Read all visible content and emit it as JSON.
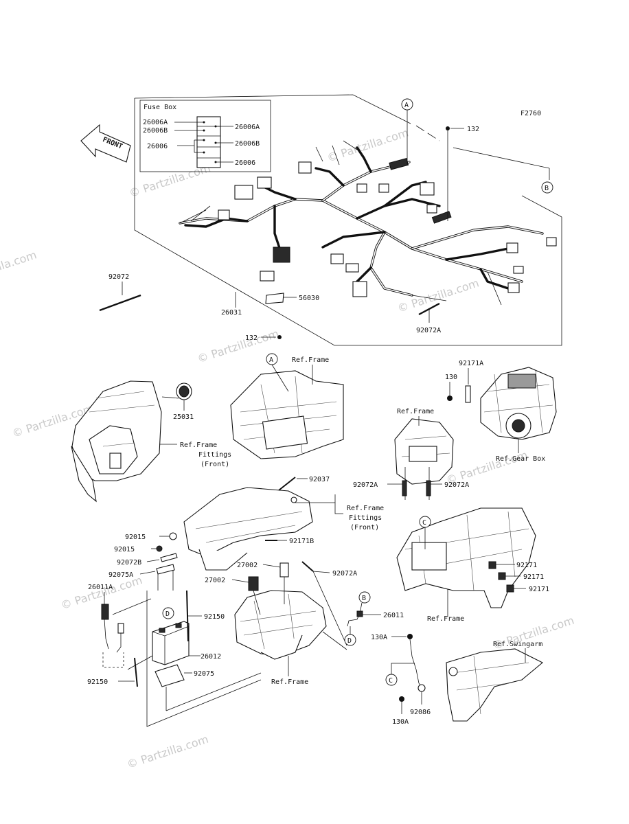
{
  "figure_code": "F2760",
  "arrow_label": "FRONT",
  "fuse_box": {
    "title": "Fuse Box",
    "left_labels": [
      "26006A",
      "26006B",
      "26006"
    ],
    "right_labels": [
      "26006A",
      "26006B",
      "26006"
    ]
  },
  "callouts": {
    "A": "A",
    "B": "B",
    "C": "C",
    "D": "D"
  },
  "parts": {
    "p132_top": "132",
    "p132_mid": "132",
    "p92072": "92072",
    "p26031": "26031",
    "p56030": "56030",
    "p92072A_top": "92072A",
    "p25031": "25031",
    "p92037": "92037",
    "p92171B": "92171B",
    "p130": "130",
    "p92171A": "92171A",
    "p92072A_l": "92072A",
    "p92072A_r": "92072A",
    "p92015_a": "92015",
    "p92015_b": "92015",
    "p92072B": "92072B",
    "p92075A": "92075A",
    "p26011A": "26011A",
    "p27002_a": "27002",
    "p27002_b": "27002",
    "p92072A_mid": "92072A",
    "p92150_r": "92150",
    "p26012": "26012",
    "p92075": "92075",
    "p92150_l": "92150",
    "p26011": "26011",
    "p92171_a": "92171",
    "p92171_b": "92171",
    "p92171_c": "92171",
    "p130A_top": "130A",
    "p92086": "92086",
    "p130A_bot": "130A"
  },
  "refs": {
    "frame_top": "Ref.Frame",
    "frame_mid": "Ref.Frame",
    "frame_fittings_1": [
      "Ref.Frame",
      "Fittings",
      "(Front)"
    ],
    "frame_fittings_2": [
      "Ref.Frame",
      "Fittings",
      "(Front)"
    ],
    "gear_box": "Ref.Gear Box",
    "frame_right": "Ref.Frame",
    "frame_bottom": "Ref.Frame",
    "swingarm": "Ref.Swingarm"
  },
  "watermark": "© Partzilla.com"
}
